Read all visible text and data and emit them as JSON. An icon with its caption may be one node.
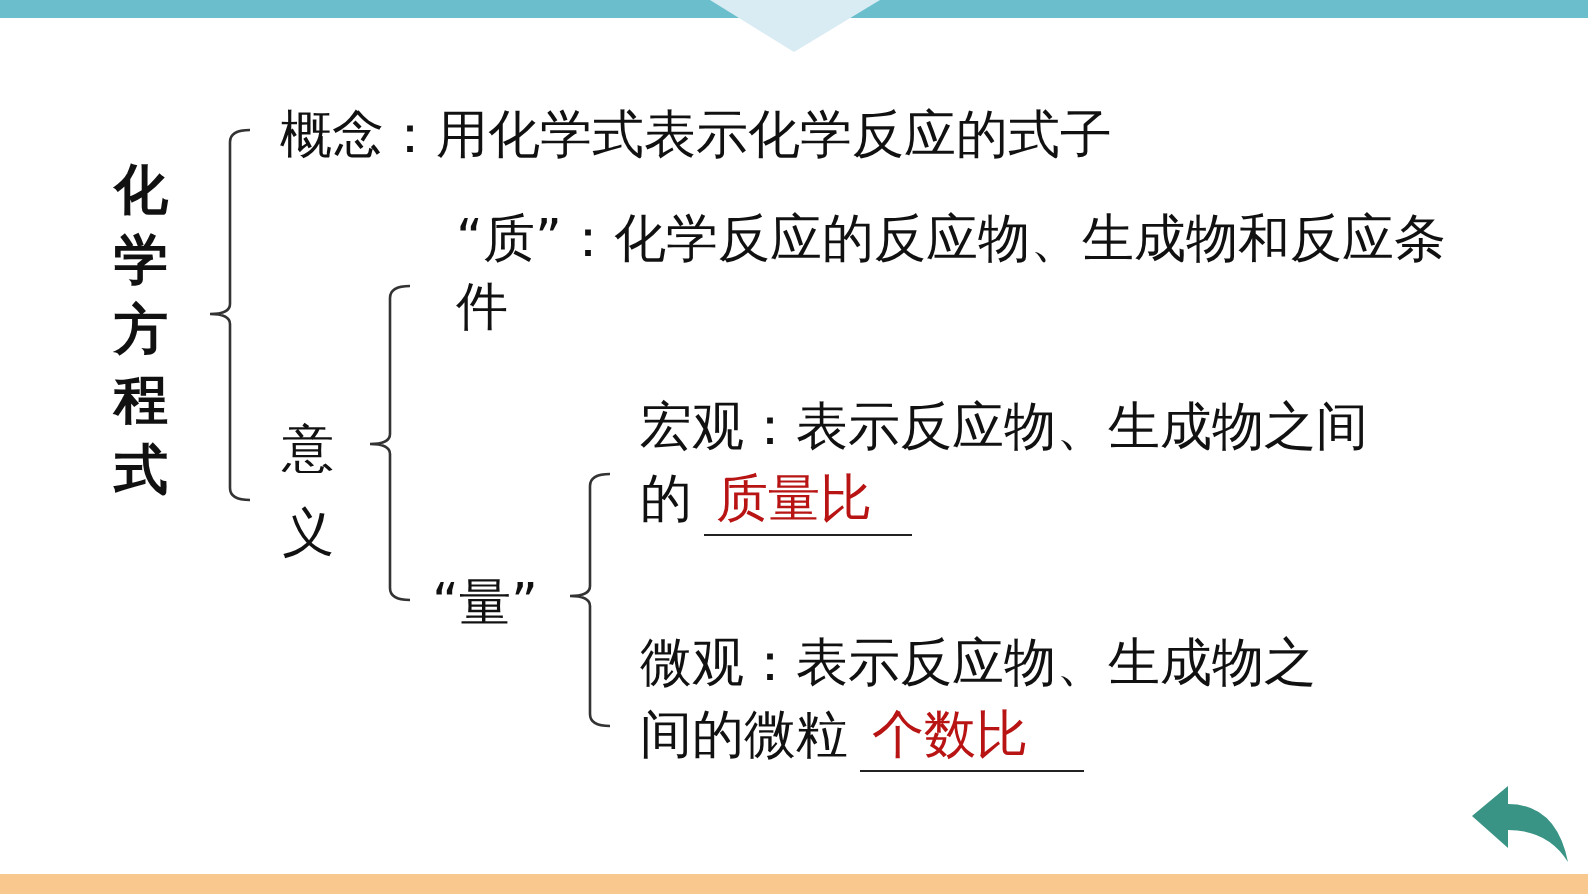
{
  "diagram": {
    "title": "化学方程式",
    "labels": [
      "概念：用化学式表示化学反应的式子",
      "“质”：化学反应的反应物、生成物和反应条件",
      "意义",
      "宏观：表示反应物、生成物之间的",
      "质量比",
      "“量”",
      "微观：表示反应物、生成物之间的微粒",
      "个数比"
    ]
  }
}
